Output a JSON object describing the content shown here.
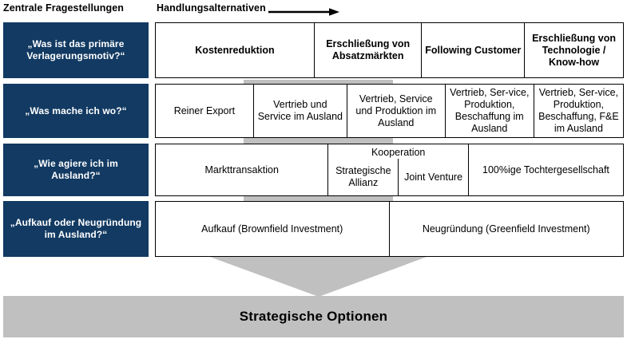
{
  "header": {
    "left_label": "Zentrale Fragestellungen",
    "right_label": "Handlungsalternativen",
    "arrow_icon": "arrow-right-icon"
  },
  "questions": [
    {
      "label": "„Was ist das primäre Verlagerungsmotiv?“"
    },
    {
      "label": "„Was mache ich wo?“"
    },
    {
      "label": "„Wie agiere ich im Ausland?“"
    },
    {
      "label": "„Aufkauf oder Neugründung im Ausland?“"
    }
  ],
  "rows": [
    {
      "name": "motive-row",
      "cells": [
        {
          "text": "Kostenreduktion",
          "width": 34
        },
        {
          "text": "Erschließung von Absatzmärkten",
          "width": 23
        },
        {
          "text": "Following Customer",
          "width": 22
        },
        {
          "text": "Erschließung von Technologie / Know-how",
          "width": 21
        }
      ]
    },
    {
      "name": "activity-row",
      "cells": [
        {
          "text": "Reiner Export",
          "width": 21
        },
        {
          "text": "Vertrieb und Service im Ausland",
          "width": 20
        },
        {
          "text": "Vertrieb, Service und Produktion im Ausland",
          "width": 21
        },
        {
          "text": "Vertrieb, Ser-vice, Produktion, Beschaffung im Ausland",
          "width": 19
        },
        {
          "text": "Vertrieb, Ser-vice, Produktion, Beschaffung, F&E im Ausland",
          "width": 19
        }
      ]
    },
    {
      "name": "mode-row",
      "cells": [
        {
          "text": "Markttransaktion",
          "width": 37
        }
      ],
      "cooperation": {
        "title": "Kooperation",
        "width": 30,
        "subs": [
          {
            "text": "Strategische Allianz"
          },
          {
            "text": "Joint Venture"
          }
        ]
      },
      "trailing_cells": [
        {
          "text": "100%ige Tochtergesellschaft",
          "width": 33
        }
      ]
    },
    {
      "name": "entry-row",
      "cells": [
        {
          "text": "Aufkauf (Brownfield Investment)",
          "width": 50
        },
        {
          "text": "Neugründung (Greenfield Investment)",
          "width": 50
        }
      ]
    }
  ],
  "banner": {
    "text": "Strategische Optionen"
  },
  "colors": {
    "question_box": "#123A62",
    "arrow_gray": "#c0c0c0",
    "banner_gray": "#c0c0c0",
    "border": "#000000",
    "text": "#000000"
  }
}
